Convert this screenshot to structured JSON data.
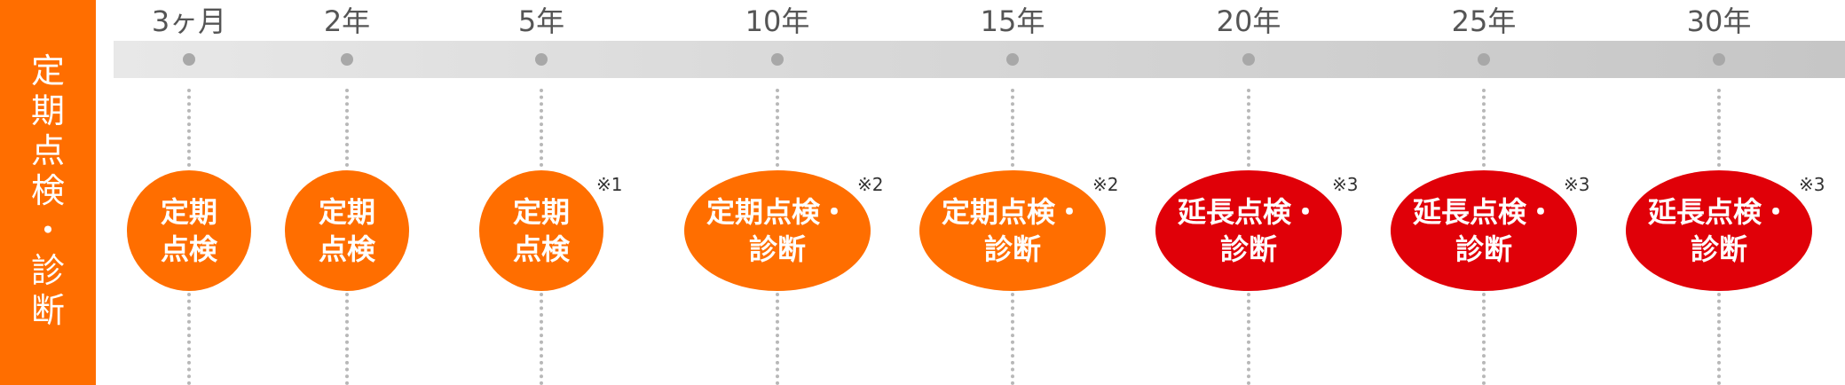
{
  "side_label": {
    "chars": [
      "定",
      "期",
      "点",
      "検",
      "・",
      "診",
      "断"
    ]
  },
  "milestones": [
    {
      "year": "3ヶ月",
      "lines": [
        "定期",
        "点検"
      ],
      "note": "",
      "color": "#ff6e00"
    },
    {
      "year": "2年",
      "lines": [
        "定期",
        "点検"
      ],
      "note": "",
      "color": "#ff6e00"
    },
    {
      "year": "5年",
      "lines": [
        "定期",
        "点検"
      ],
      "note": "※1",
      "color": "#ff6e00"
    },
    {
      "year": "10年",
      "lines": [
        "定期点検・",
        "診断"
      ],
      "note": "※2",
      "color": "#ff6e00"
    },
    {
      "year": "15年",
      "lines": [
        "定期点検・",
        "診断"
      ],
      "note": "※2",
      "color": "#ff6e00"
    },
    {
      "year": "20年",
      "lines": [
        "延長点検・",
        "診断"
      ],
      "note": "※3",
      "color": "#e00008"
    },
    {
      "year": "25年",
      "lines": [
        "延長点検・",
        "診断"
      ],
      "note": "※3",
      "color": "#e00008"
    },
    {
      "year": "30年",
      "lines": [
        "延長点検・",
        "診断"
      ],
      "note": "※3",
      "color": "#e00008"
    }
  ]
}
